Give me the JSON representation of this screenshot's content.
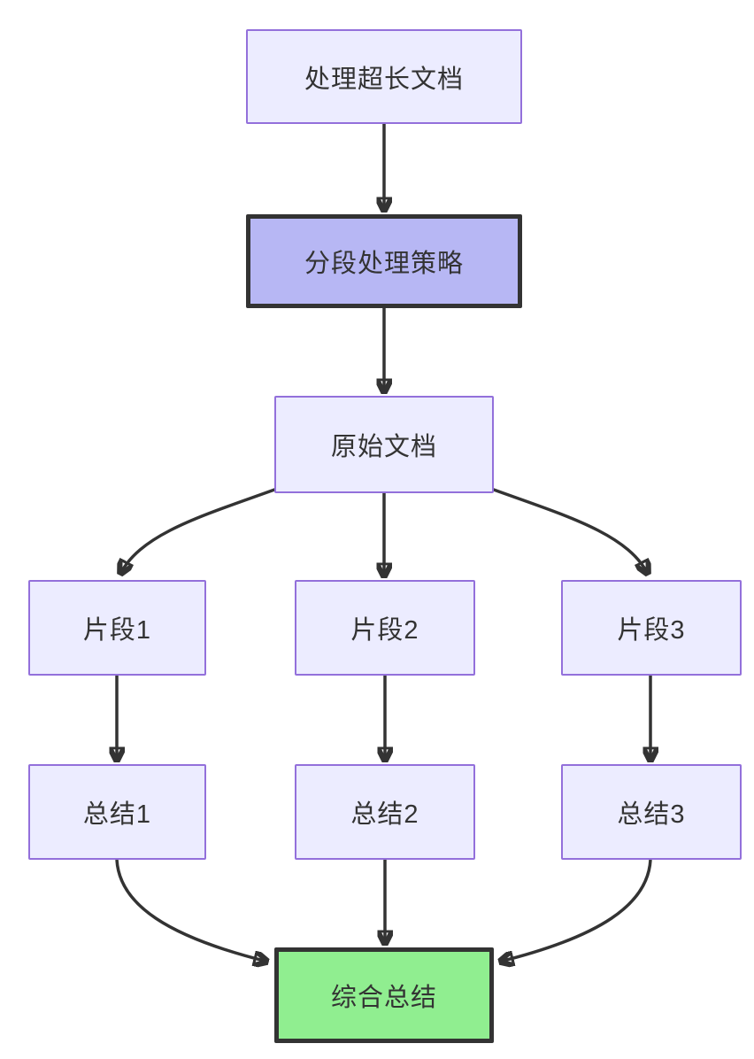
{
  "diagram": {
    "type": "flowchart",
    "direction": "top-down",
    "nodes": [
      {
        "id": "A",
        "label": "处理超长文档",
        "style": "default"
      },
      {
        "id": "B",
        "label": "分段处理策略",
        "style": "highlight"
      },
      {
        "id": "C",
        "label": "原始文档",
        "style": "default"
      },
      {
        "id": "D",
        "label": "片段1",
        "style": "default"
      },
      {
        "id": "E",
        "label": "片段2",
        "style": "default"
      },
      {
        "id": "F",
        "label": "片段3",
        "style": "default"
      },
      {
        "id": "G",
        "label": "总结1",
        "style": "default"
      },
      {
        "id": "H",
        "label": "总结2",
        "style": "default"
      },
      {
        "id": "I",
        "label": "总结3",
        "style": "default"
      },
      {
        "id": "J",
        "label": "综合总结",
        "style": "success"
      }
    ],
    "edges": [
      {
        "from": "A",
        "to": "B"
      },
      {
        "from": "B",
        "to": "C"
      },
      {
        "from": "C",
        "to": "D"
      },
      {
        "from": "C",
        "to": "E"
      },
      {
        "from": "C",
        "to": "F"
      },
      {
        "from": "D",
        "to": "G"
      },
      {
        "from": "E",
        "to": "H"
      },
      {
        "from": "F",
        "to": "I"
      },
      {
        "from": "G",
        "to": "J"
      },
      {
        "from": "H",
        "to": "J"
      },
      {
        "from": "I",
        "to": "J"
      }
    ],
    "colors": {
      "background": "#ffffff",
      "node_fill": "#ECECFF",
      "node_border": "#9370DB",
      "highlight_fill": "#b7b7f4",
      "highlight_border": "#333333",
      "success_fill": "#90EE90",
      "success_border": "#333333",
      "edge": "#333333",
      "text": "#333333"
    }
  }
}
